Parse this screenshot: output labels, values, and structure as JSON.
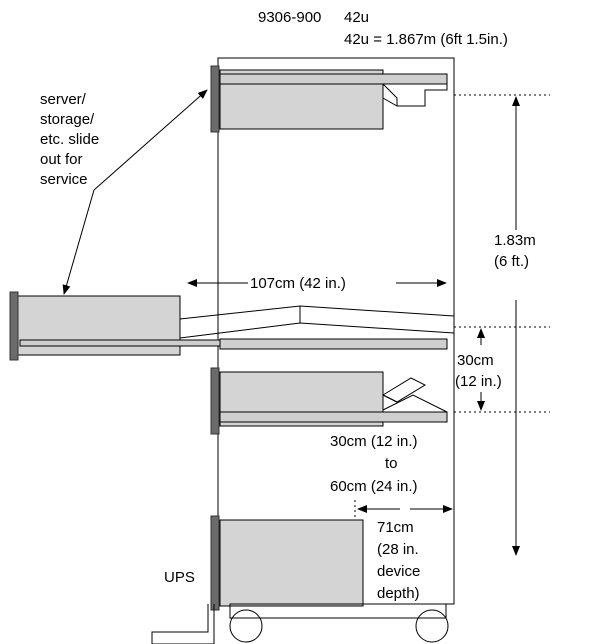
{
  "title": {
    "model": "9306-900",
    "units": "42u",
    "height_spec": "42u = 1.867m (6ft 1.5in.)"
  },
  "labels": {
    "slide_out_note": [
      "server/",
      "storage/",
      "etc. slide",
      "out for",
      "service"
    ],
    "rack_width": "107cm (42 in.)",
    "rack_height": [
      "1.83m",
      "(6 ft.)"
    ],
    "drawer_gap": [
      "30cm",
      "(12 in.)"
    ],
    "clearance": [
      "30cm (12 in.)",
      "to",
      "60cm (24 in.)"
    ],
    "device_depth": [
      "71cm",
      "(28 in.",
      "device",
      "depth)"
    ],
    "ups": "UPS"
  }
}
